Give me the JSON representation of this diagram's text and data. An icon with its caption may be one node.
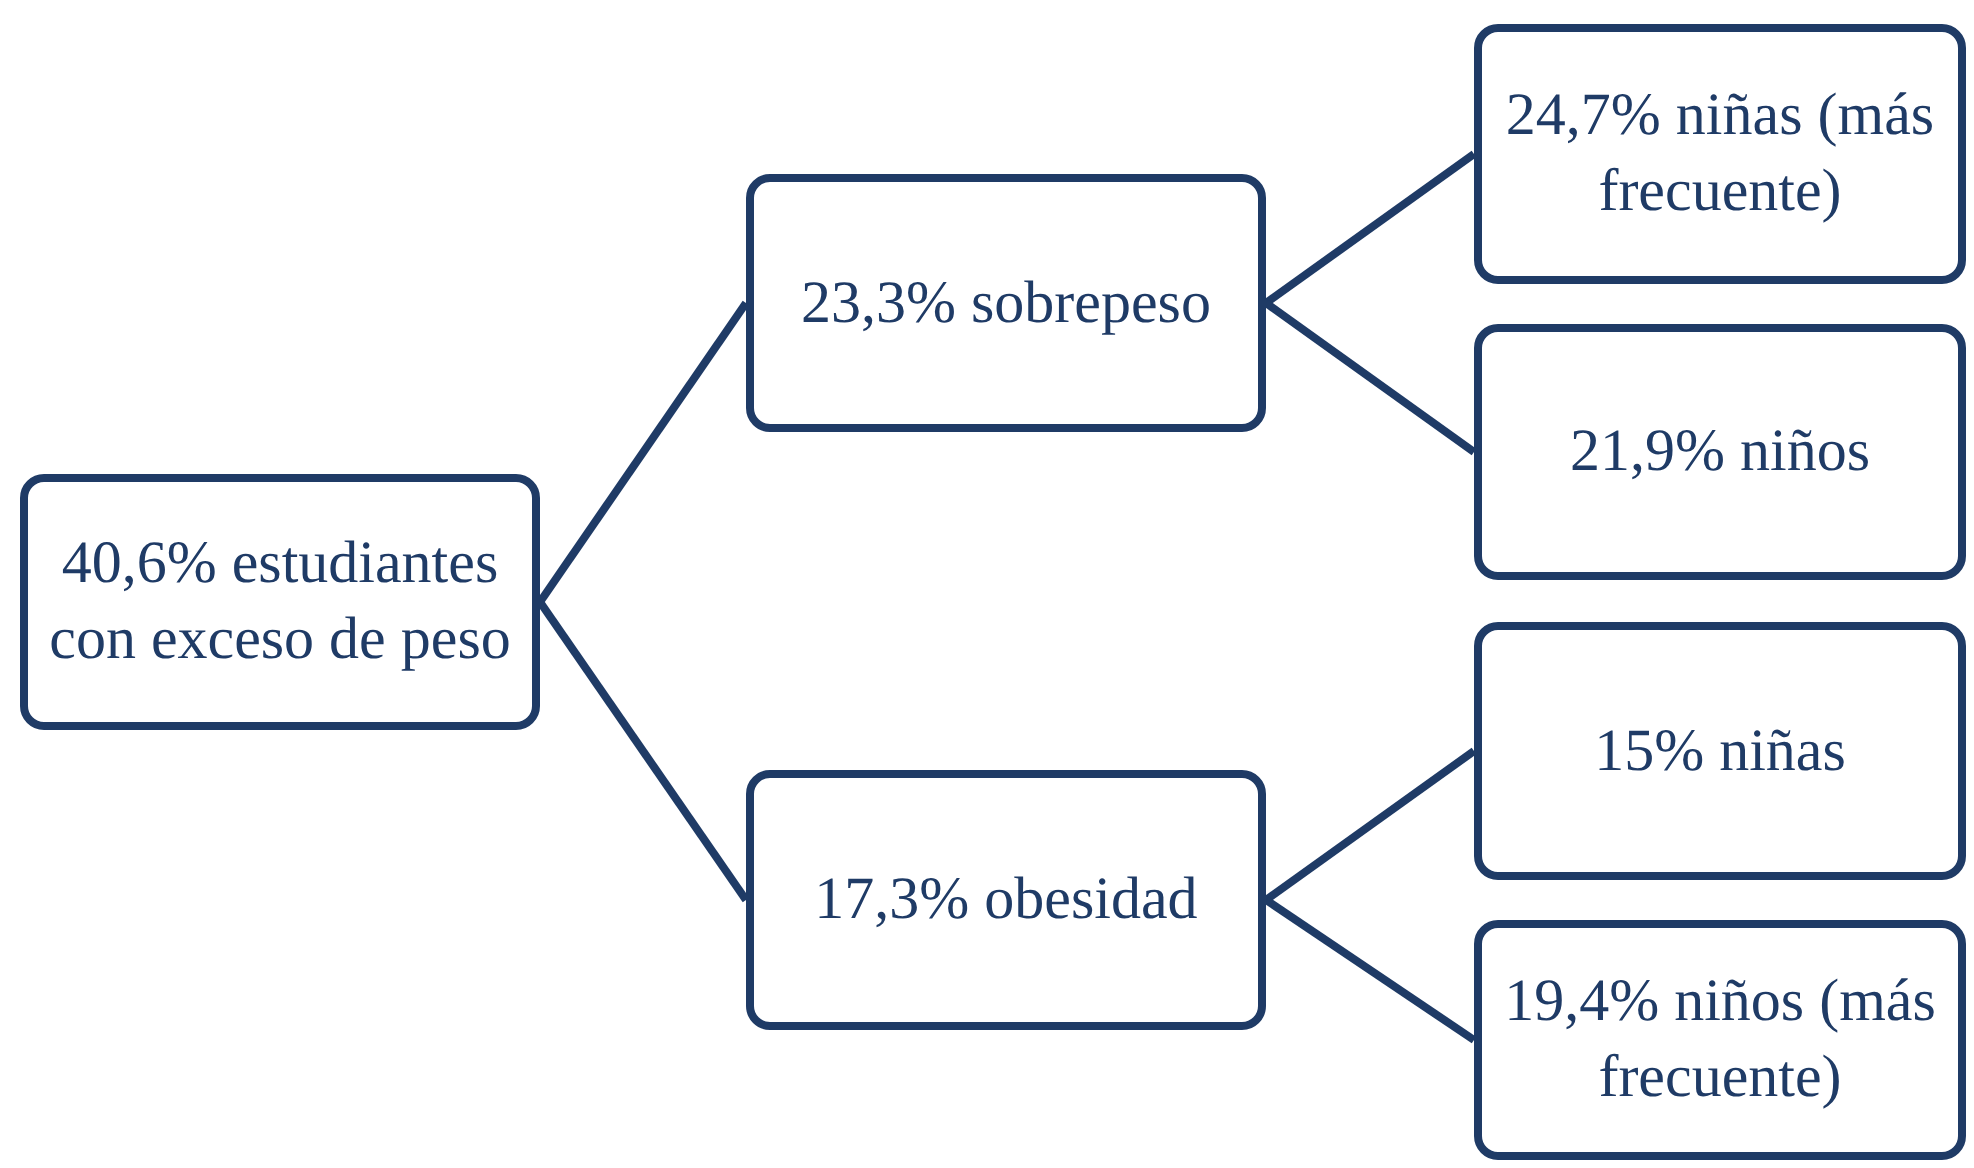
{
  "diagram": {
    "nodes": [
      {
        "text": [
          "40,6% estudiantes con exceso de peso"
        ]
      },
      {
        "text": [
          "23,3% sobrepeso"
        ]
      },
      {
        "text": [
          "17,3% obesidad"
        ]
      },
      {
        "text": [
          "24,7% niñas (más frecuente)"
        ]
      },
      {
        "text": [
          "21,9% niños"
        ]
      },
      {
        "text": [
          "15% niñas"
        ]
      },
      {
        "text": [
          "19,4% niños (más frecuente)"
        ]
      }
    ],
    "edges": [
      {
        "from": 0,
        "to": 1,
        "arrow": "none"
      },
      {
        "from": 0,
        "to": 2,
        "arrow": "none"
      },
      {
        "from": 1,
        "to": 3,
        "arrow": "none"
      },
      {
        "from": 1,
        "to": 4,
        "arrow": "none"
      },
      {
        "from": 2,
        "to": 5,
        "arrow": "none"
      },
      {
        "from": 2,
        "to": 6,
        "arrow": "none"
      }
    ]
  }
}
